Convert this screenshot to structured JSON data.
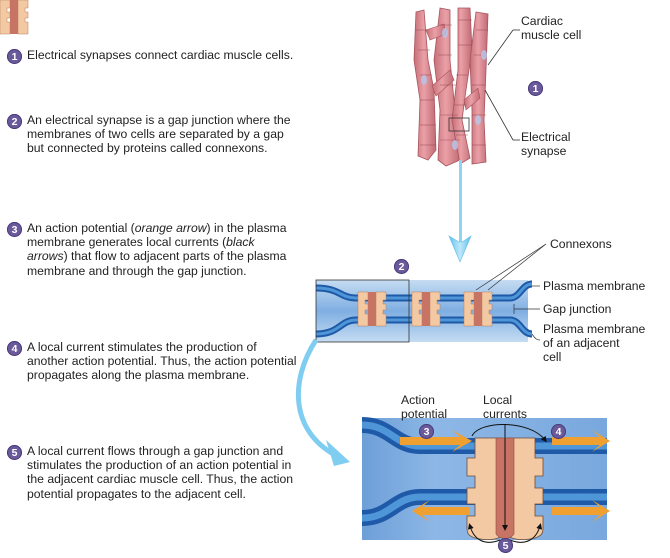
{
  "steps": [
    {
      "number": "1",
      "parts": [
        {
          "text": "Electrical synapses connect cardiac muscle cells.",
          "italic": false
        }
      ]
    },
    {
      "number": "2",
      "parts": [
        {
          "text": "An electrical synapse is a gap junction where the membranes of two cells are separated by a gap but connected by proteins called connexons.",
          "italic": false
        }
      ]
    },
    {
      "number": "3",
      "parts": [
        {
          "text": "An action potential (",
          "italic": false
        },
        {
          "text": "orange arrow",
          "italic": true
        },
        {
          "text": ") in the plasma membrane generates local currents (",
          "italic": false
        },
        {
          "text": "black arrows",
          "italic": true
        },
        {
          "text": ") that flow to adjacent parts of the plasma membrane and through the gap junction.",
          "italic": false
        }
      ]
    },
    {
      "number": "4",
      "parts": [
        {
          "text": "A local current stimulates the production of another action potential. Thus, the action potential propagates along the plasma membrane.",
          "italic": false
        }
      ]
    },
    {
      "number": "5",
      "parts": [
        {
          "text": "A local current flows through a gap junction and stimulates the production of an action potential in the adjacent cardiac muscle cell. Thus, the action potential propagates to the adjacent cell.",
          "italic": false
        }
      ]
    }
  ],
  "labels": {
    "cardiac_muscle_cell": [
      "Cardiac",
      "muscle cell"
    ],
    "electrical_synapse": [
      "Electrical",
      "synapse"
    ],
    "connexons": "Connexons",
    "plasma_membrane": "Plasma membrane",
    "gap_junction": "Gap junction",
    "adjacent_membrane": [
      "Plasma membrane",
      "of an adjacent",
      "cell"
    ],
    "action_potential": [
      "Action",
      "potential"
    ],
    "local_currents": [
      "Local",
      "currents"
    ]
  },
  "diagram_badges": {
    "cells": "1",
    "gap_junction": "2",
    "action_potential": "3",
    "propagation": "4",
    "adjacent": "5"
  },
  "colors": {
    "badge": "#6a5a9c",
    "muscle": "#d98890",
    "membrane_dark": "#1f5aa8",
    "membrane_light": "#4f96d8",
    "cytoplasm": "#7ba8dc",
    "connexon": "#f3c9a4",
    "connexon_channel": "#c87464",
    "action_potential_arrow": "#f0a030",
    "zoom_arrow": "#7fcdf0"
  }
}
